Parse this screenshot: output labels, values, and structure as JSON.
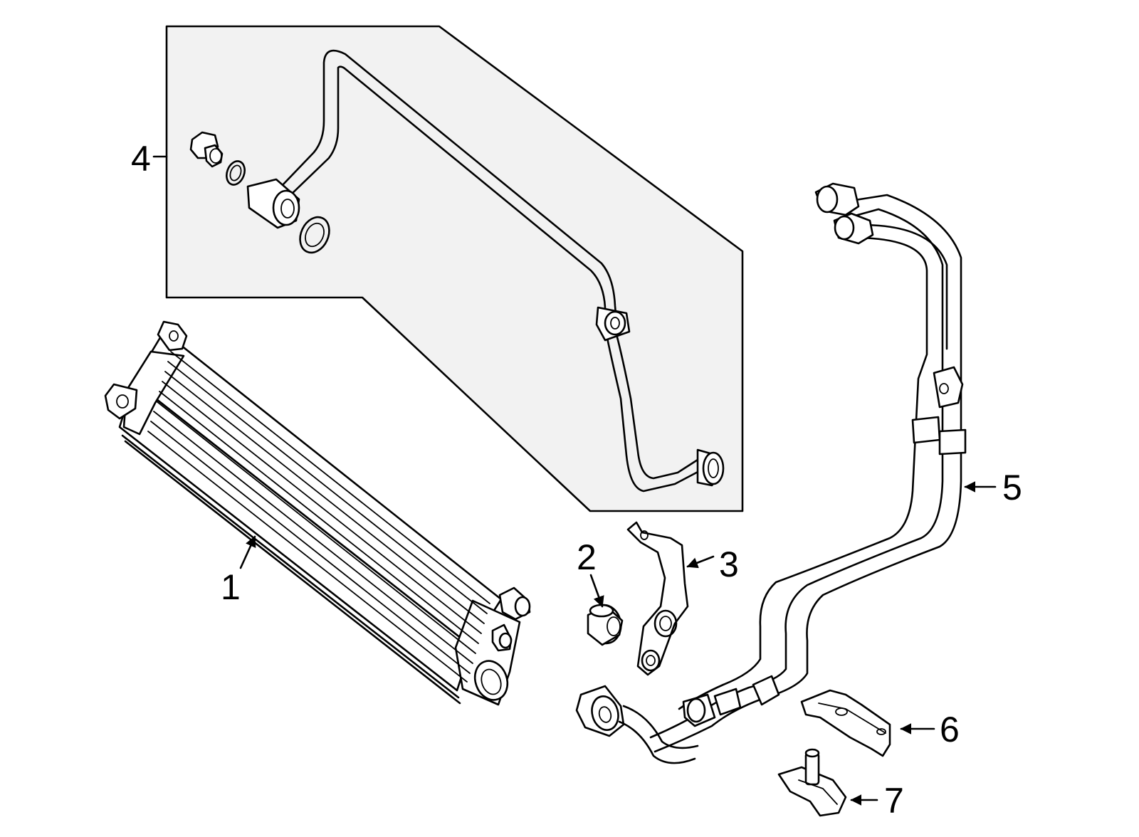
{
  "callouts": {
    "c1": "1",
    "c2": "2",
    "c3": "3",
    "c4": "4",
    "c5": "5",
    "c6": "6",
    "c7": "7"
  },
  "colors": {
    "line": "#000000",
    "background": "#ffffff",
    "inset_fill": "#f2f2f2"
  }
}
